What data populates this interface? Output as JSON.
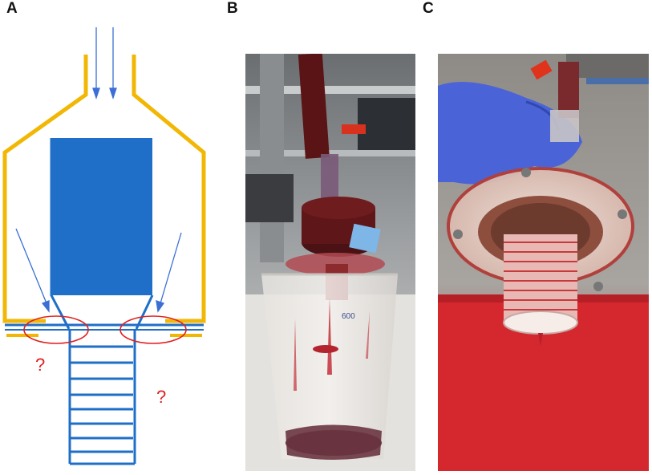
{
  "panels": {
    "a": {
      "label": "A",
      "question_mark_1": "?",
      "question_mark_2": "?"
    },
    "b": {
      "label": "B",
      "beaker_marking": "600"
    },
    "c": {
      "label": "C"
    }
  },
  "colors": {
    "housing_yellow": "#f2b705",
    "filter_blue": "#1f6fc8",
    "annotation_red": "#e02020",
    "blood_red": "#8b1a1a"
  }
}
